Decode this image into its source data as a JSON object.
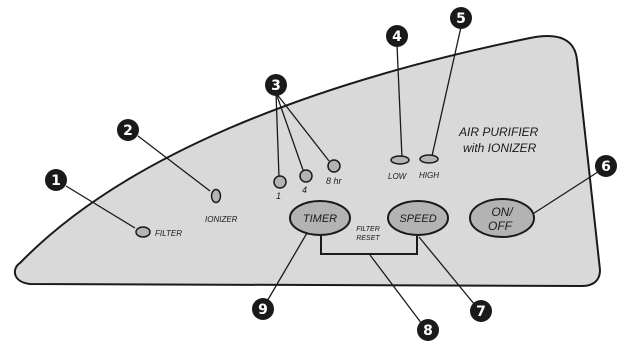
{
  "panel": {
    "title_line1": "AIR PURIFIER",
    "title_line2": "with IONIZER",
    "panel_color": "#d9d9d9",
    "button_color": "#b3b3b3",
    "outline_color": "#1a1a1a"
  },
  "indicators": {
    "filter_label": "FILTER",
    "ionizer_label": "IONIZER",
    "timer_1_label": "1",
    "timer_4_label": "4",
    "timer_8_label": "8 hr",
    "speed_low_label": "LOW",
    "speed_high_label": "HIGH"
  },
  "buttons": {
    "timer_label": "TIMER",
    "speed_label": "SPEED",
    "onoff_line1": "ON/",
    "onoff_line2": "OFF",
    "filter_reset_line1": "FILTER",
    "filter_reset_line2": "RESET"
  },
  "callouts": [
    "1",
    "2",
    "3",
    "4",
    "5",
    "6",
    "7",
    "8",
    "9"
  ]
}
